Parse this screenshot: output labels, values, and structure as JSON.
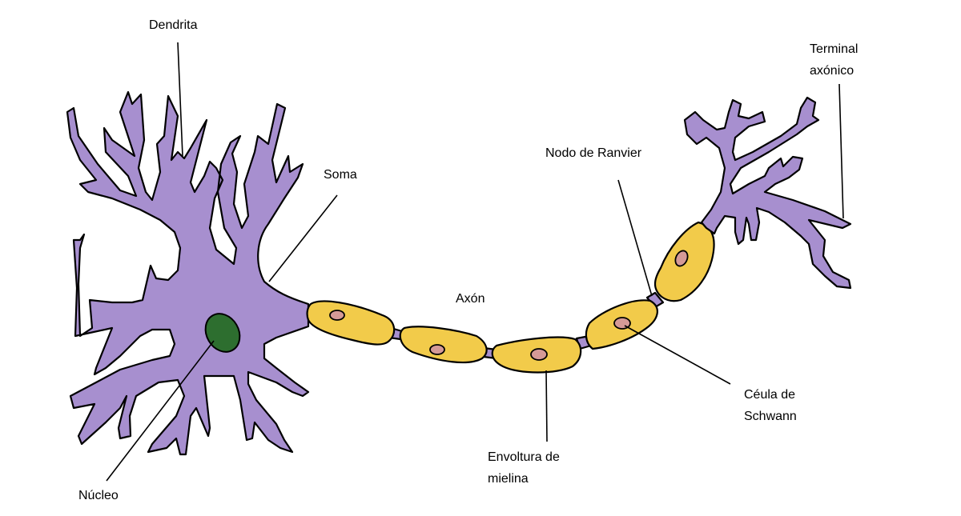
{
  "title": "Neurona",
  "colors": {
    "neuron_body": "#a78fcf",
    "myelin": "#f2cb4a",
    "nucleus": "#2d6e2f",
    "schwann_nucleus": "#d59a97",
    "outline": "#000000",
    "background": "#ffffff"
  },
  "labels": {
    "dendrita": "Dendrita",
    "soma": "Soma",
    "nucleo": "Núcleo",
    "axon": "Axón",
    "nodo_ranvier": "Nodo de Ranvier",
    "terminal_axonico": [
      "Terminal",
      "axónico"
    ],
    "celula_schwann": [
      "Céula de",
      "Schwann"
    ],
    "envoltura_mielina": [
      "Envoltura de",
      "mielina"
    ]
  }
}
